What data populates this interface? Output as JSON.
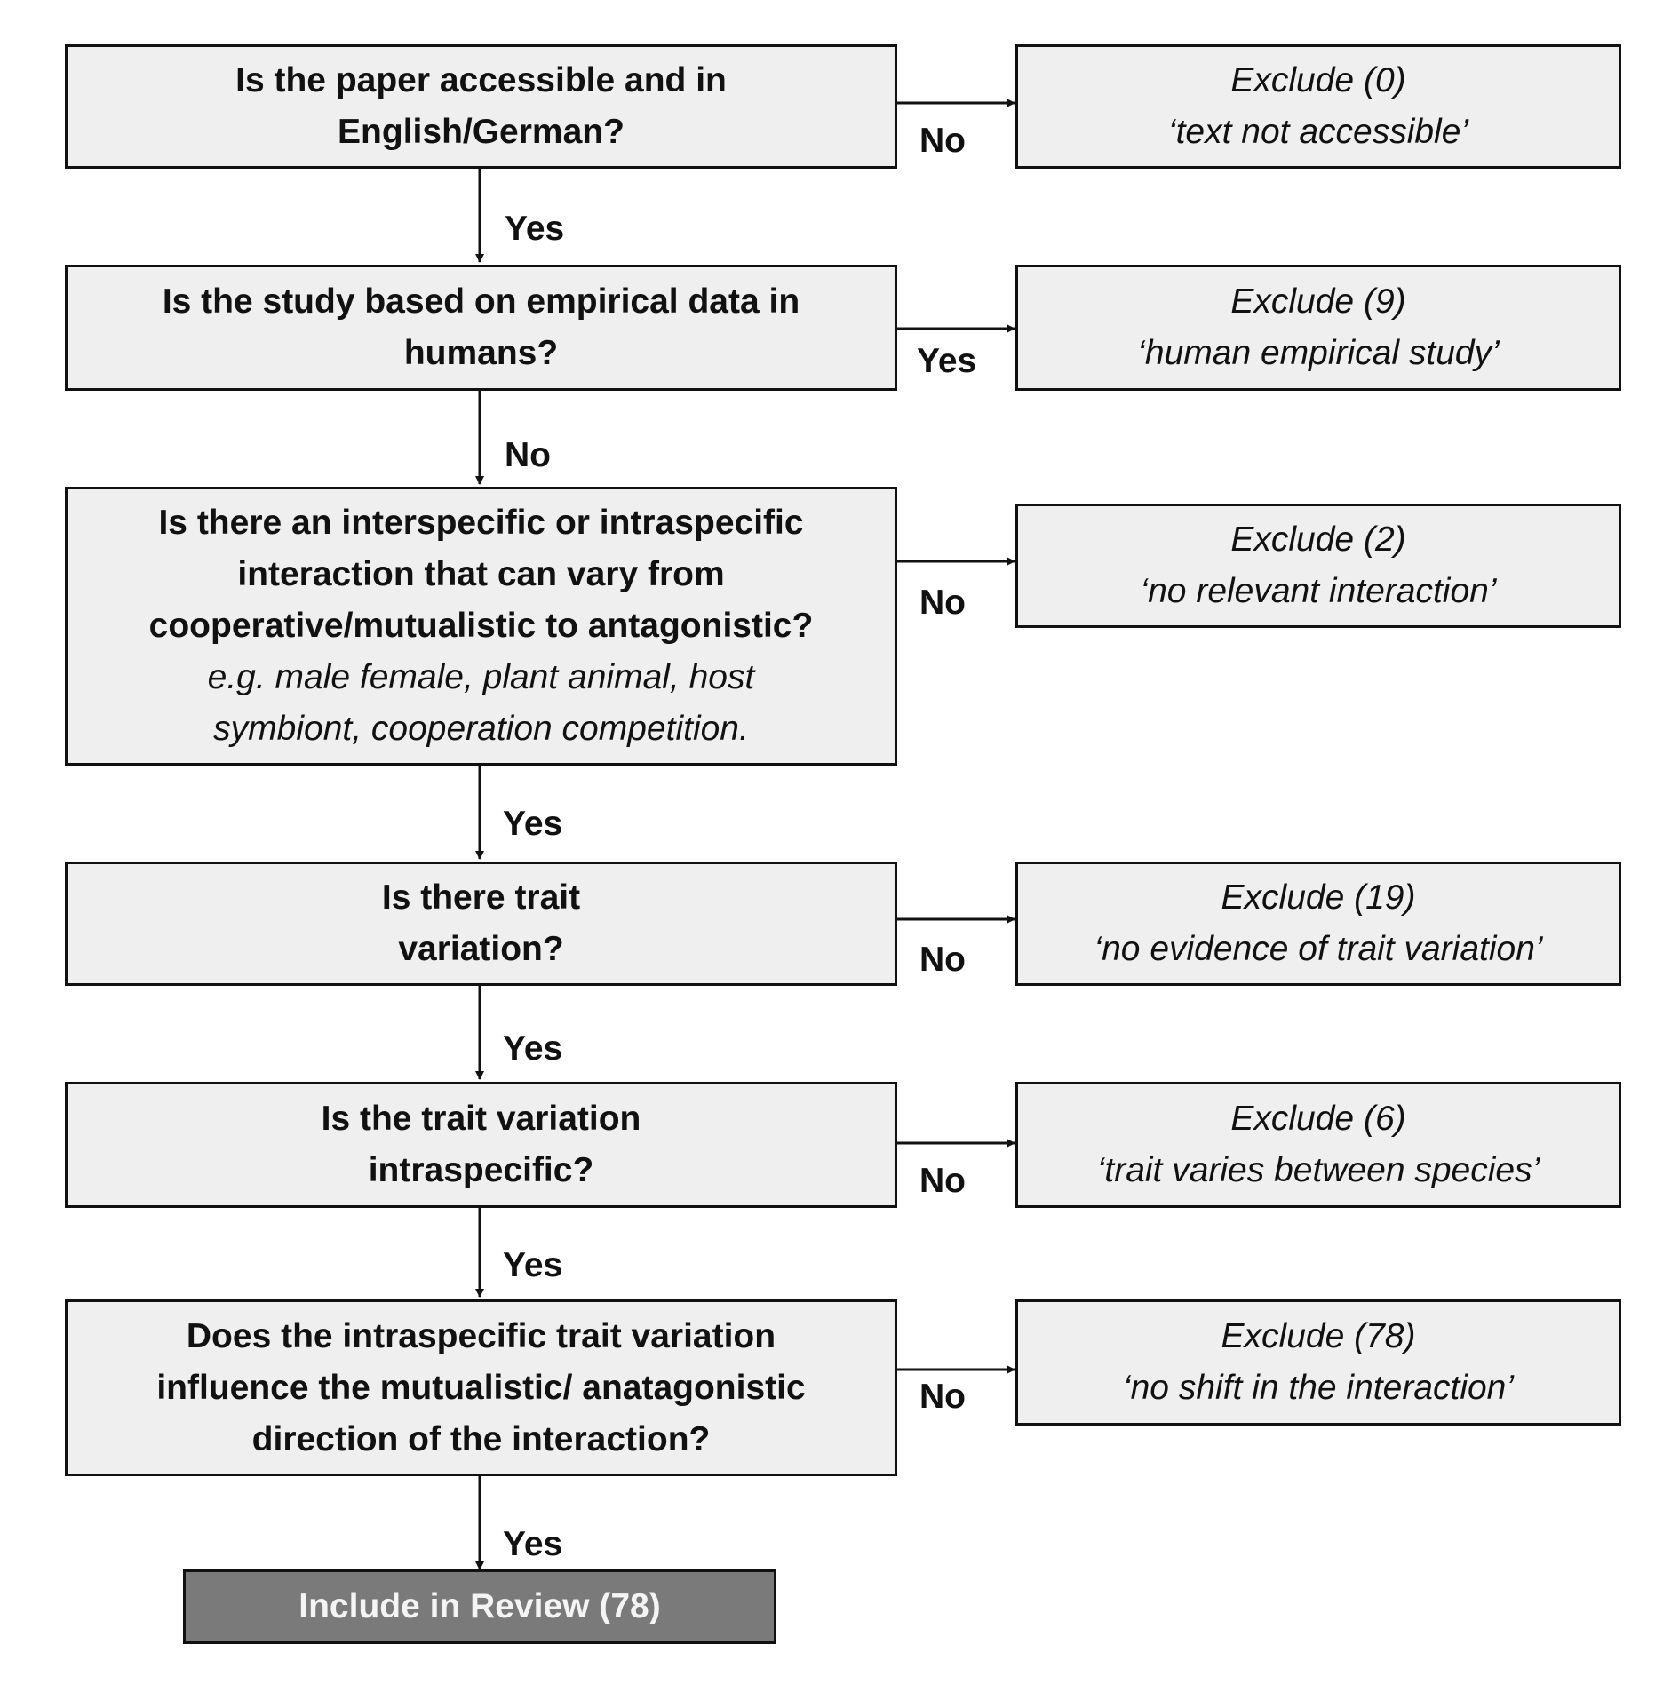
{
  "questions": [
    {
      "lines": [
        "Is the paper accessible and in",
        "English/German?"
      ]
    },
    {
      "lines": [
        "Is the study based on empirical data in",
        "humans?"
      ]
    },
    {
      "lines": [
        "Is there an interspecific or intraspecific",
        "interaction that can vary from",
        "cooperative/mutualistic to antagonistic?"
      ],
      "example_lines": [
        "e.g. male female, plant animal, host",
        "symbiont, cooperation competition."
      ]
    },
    {
      "lines": [
        "Is there trait",
        "variation?"
      ]
    },
    {
      "lines": [
        "Is the trait variation",
        "intraspecific?"
      ]
    },
    {
      "lines": [
        "Does the intraspecific trait variation",
        "influence the mutualistic/ anatagonistic",
        "direction of the interaction?"
      ]
    }
  ],
  "excludes": [
    {
      "title": "Exclude (0)",
      "reason": "‘text not accessible’"
    },
    {
      "title": "Exclude (9)",
      "reason": "‘human empirical study’"
    },
    {
      "title": "Exclude (2)",
      "reason": "‘no relevant interaction’"
    },
    {
      "title": "Exclude (19)",
      "reason": "‘no evidence of trait variation’"
    },
    {
      "title": "Exclude (6)",
      "reason": "‘trait varies between species’"
    },
    {
      "title": "Exclude (78)",
      "reason": "‘no shift in the interaction’"
    }
  ],
  "down_labels": [
    "Yes",
    "No",
    "Yes",
    "Yes",
    "Yes",
    "Yes"
  ],
  "side_labels": [
    "No",
    "Yes",
    "No",
    "No",
    "No",
    "No"
  ],
  "include": {
    "label": "Include in Review (78)"
  }
}
